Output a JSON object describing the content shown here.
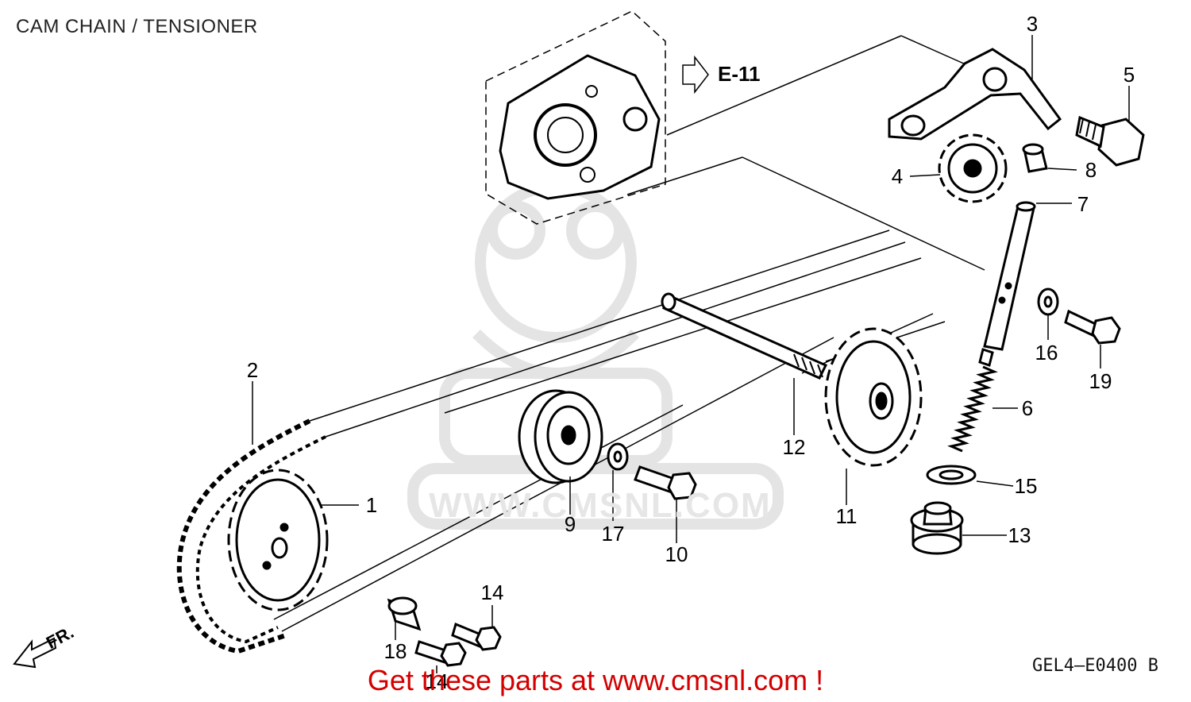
{
  "header": {
    "title": "CAM CHAIN / TENSIONER"
  },
  "footer": {
    "diagram_code": "GEL4—E0400 B",
    "cta": "Get these parts at www.cmsnl.com !"
  },
  "references": {
    "e11_label": "E-11",
    "front_label": "FR."
  },
  "watermark": {
    "text": "WWW.CMSNL.COM"
  },
  "callouts": {
    "c1": "1",
    "c2": "2",
    "c3": "3",
    "c4": "4",
    "c5": "5",
    "c6": "6",
    "c7": "7",
    "c8": "8",
    "c9": "9",
    "c10": "10",
    "c11": "11",
    "c12": "12",
    "c13": "13",
    "c14a": "14",
    "c14b": "14",
    "c15": "15",
    "c16": "16",
    "c17": "17",
    "c18": "18",
    "c19": "19"
  }
}
